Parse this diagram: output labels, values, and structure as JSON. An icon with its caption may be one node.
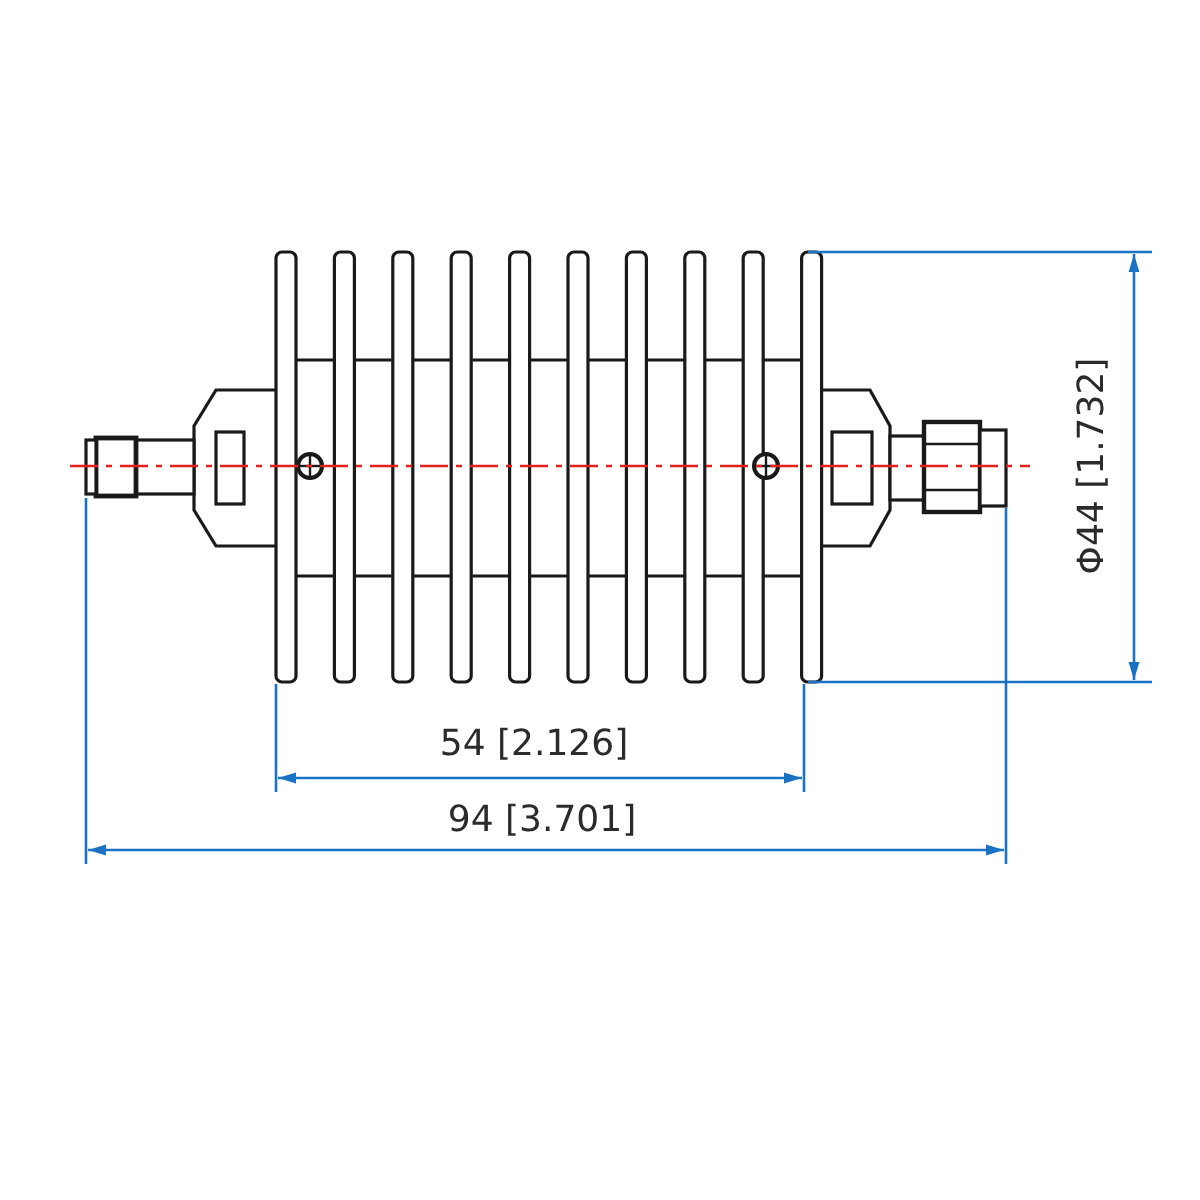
{
  "diagram": {
    "labels": [
      "Φ44 [1.732]",
      "54 [2.126]",
      "94 [3.701]"
    ]
  }
}
